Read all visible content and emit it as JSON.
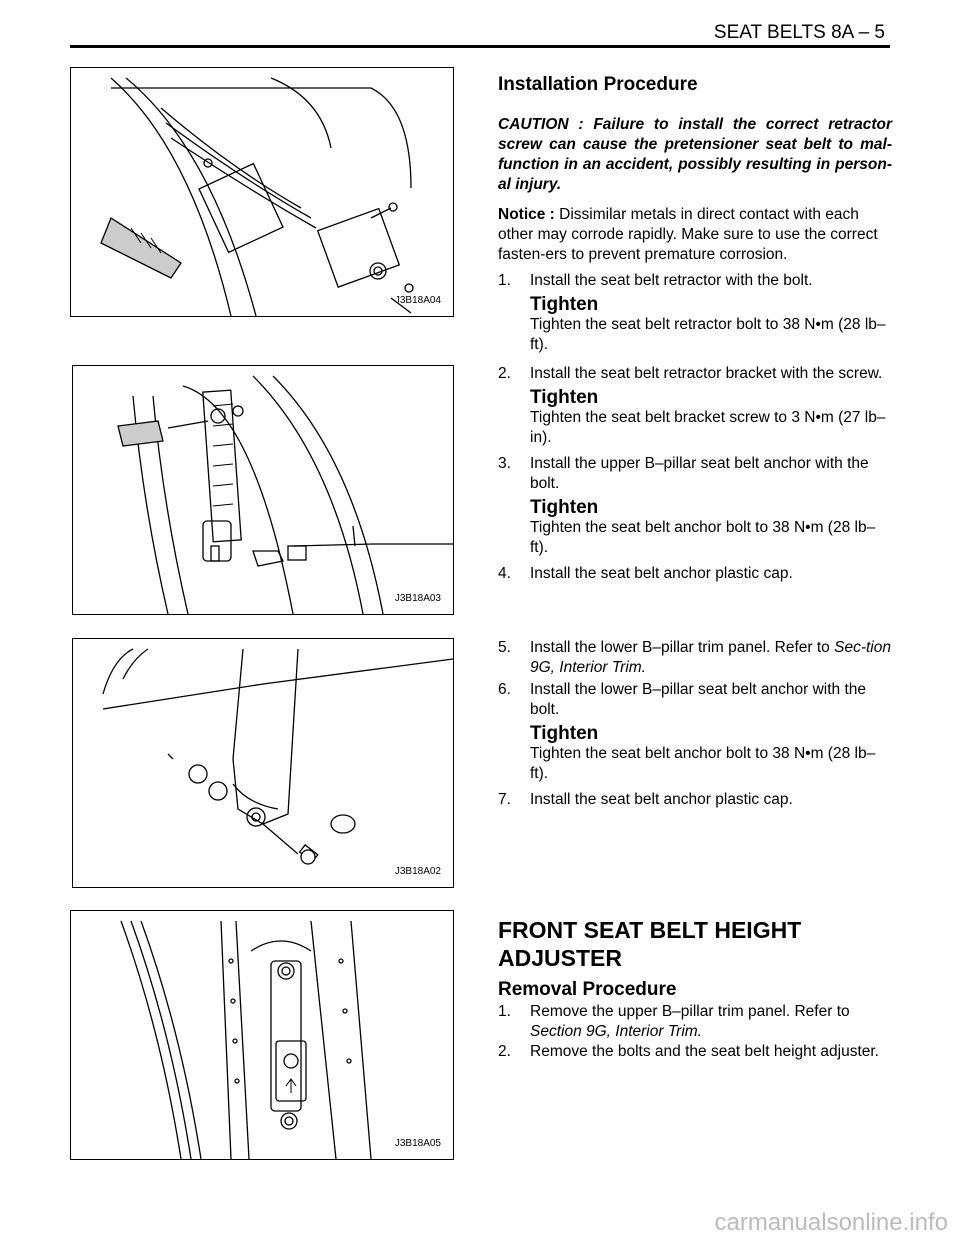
{
  "header": {
    "title": "SEAT BELTS  8A – 5"
  },
  "figures": [
    {
      "label": "J3B18A04"
    },
    {
      "label": "J3B18A03"
    },
    {
      "label": "J3B18A02"
    },
    {
      "label": "J3B18A05"
    }
  ],
  "section1": {
    "heading": "Installation Procedure",
    "caution": "CAUTION : Failure to install the correct retractor screw can cause the pretensioner seat belt to mal-function in an accident, possibly resulting in person-al injury.",
    "notice_label": "Notice :",
    "notice_text": " Dissimilar metals in direct contact with each other may corrode rapidly. Make sure to use the correct fasten-ers to prevent premature corrosion.",
    "step1": {
      "num": "1.",
      "text": "Install the seat belt retractor with the bolt."
    },
    "tighten1": {
      "title": "Tighten",
      "text": "Tighten the seat belt retractor bolt to 38 N•m (28 lb–ft)."
    }
  },
  "section2": {
    "step2": {
      "num": "2.",
      "text": "Install the seat belt retractor bracket with the screw."
    },
    "tighten2": {
      "title": "Tighten",
      "text": "Tighten the seat belt bracket screw to 3 N•m (27 lb–in)."
    },
    "step3": {
      "num": "3.",
      "text": "Install the upper B–pillar seat belt anchor with the bolt."
    },
    "tighten3": {
      "title": "Tighten",
      "text": "Tighten the seat belt anchor bolt to 38 N•m (28 lb–ft)."
    },
    "step4": {
      "num": "4.",
      "text": "Install the seat belt anchor plastic cap."
    }
  },
  "section3": {
    "step5": {
      "num": "5.",
      "text": "Install the lower B–pillar trim panel. Refer to ",
      "ref": "Sec-tion 9G, Interior Trim."
    },
    "step6": {
      "num": "6.",
      "text": "Install the lower B–pillar seat belt anchor with the bolt."
    },
    "tighten6": {
      "title": "Tighten",
      "text": "Tighten the seat belt anchor bolt to 38 N•m (28 lb–ft)."
    },
    "step7": {
      "num": "7.",
      "text": "Install the seat belt anchor plastic cap."
    }
  },
  "section4": {
    "heading": "FRONT SEAT BELT HEIGHT ADJUSTER",
    "subheading": "Removal Procedure",
    "step1": {
      "num": "1.",
      "text": "Remove the upper B–pillar trim panel. Refer to ",
      "ref": "Section 9G, Interior Trim."
    },
    "step2": {
      "num": "2.",
      "text": "Remove the bolts and the seat belt height adjuster."
    }
  },
  "watermark": "carmanualsonline.info"
}
